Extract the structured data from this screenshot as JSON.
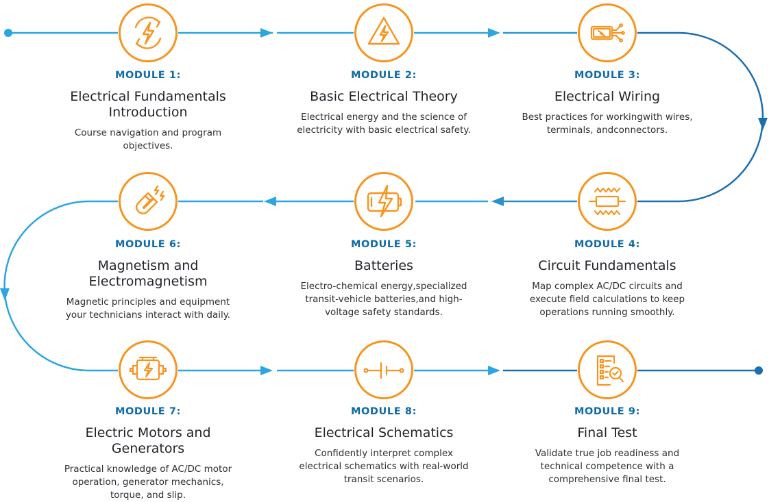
{
  "colors": {
    "accent_orange": "#F7941D",
    "line_blue": "#2BA6E0",
    "label_blue": "#0E6BA8",
    "text_dark": "#1F2328"
  },
  "modules": [
    {
      "label": "MODULE 1:",
      "title_lines": [
        "Electrical Fundamentals",
        "Introduction"
      ],
      "desc_lines": [
        "Course navigation and program",
        "objectives."
      ],
      "icon": "electric-cycle-icon"
    },
    {
      "label": "MODULE 2:",
      "title_lines": [
        "Basic Electrical Theory"
      ],
      "desc_lines": [
        "Electrical energy and the science of",
        "electricity with basic electrical safety."
      ],
      "icon": "warning-bolt-icon"
    },
    {
      "label": "MODULE 3:",
      "title_lines": [
        "Electrical Wiring"
      ],
      "desc_lines": [
        "Best practices for workingwith wires,",
        "terminals, andconnectors."
      ],
      "icon": "wire-connector-icon"
    },
    {
      "label": "MODULE 4:",
      "title_lines": [
        "Circuit Fundamentals"
      ],
      "desc_lines": [
        "Map complex AC/DC circuits and",
        "execute field calculations to keep",
        "operations running smoothly."
      ],
      "icon": "resistor-icon"
    },
    {
      "label": "MODULE 5:",
      "title_lines": [
        "Batteries"
      ],
      "desc_lines": [
        "Electro-chemical energy,specialized",
        "transit-vehicle batteries,and high-",
        "voltage safety standards."
      ],
      "icon": "battery-icon"
    },
    {
      "label": "MODULE 6:",
      "title_lines": [
        "Magnetism and",
        "Electromagnetism"
      ],
      "desc_lines": [
        "Magnetic principles and equipment",
        "your technicians interact with daily."
      ],
      "icon": "magnet-icon"
    },
    {
      "label": "MODULE 7:",
      "title_lines": [
        "Electric Motors and",
        "Generators"
      ],
      "desc_lines": [
        "Practical knowledge of AC/DC motor",
        "operation, generator mechanics,",
        "torque, and slip."
      ],
      "icon": "motor-icon"
    },
    {
      "label": "MODULE 8:",
      "title_lines": [
        "Electrical Schematics"
      ],
      "desc_lines": [
        "Confidently interpret complex",
        "electrical schematics with real-world",
        "transit scenarios."
      ],
      "icon": "schematic-battery-icon"
    },
    {
      "label": "MODULE 9:",
      "title_lines": [
        "Final Test"
      ],
      "desc_lines": [
        "Validate true job readiness and",
        "technical competence with a",
        "comprehensive final test."
      ],
      "icon": "checklist-icon"
    }
  ]
}
